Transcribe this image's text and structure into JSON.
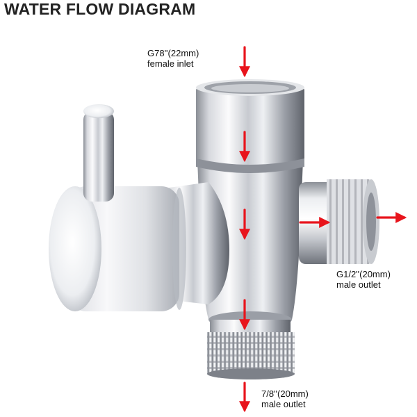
{
  "title": "WATER FLOW DIAGRAM",
  "colors": {
    "arrow": "#e8141c",
    "chrome_light": "#f7f7f9",
    "chrome_mid": "#c9ccd2",
    "chrome_dark": "#6c7078"
  },
  "labels": {
    "inlet": {
      "line1": "G78''(22mm)",
      "line2": "female inlet"
    },
    "side_outlet": {
      "line1": "G1/2''(20mm)",
      "line2": "male outlet"
    },
    "bottom_outlet": {
      "line1": "7/8''(20mm)",
      "line2": "male outlet"
    }
  },
  "parts": [
    "diverter-body",
    "inlet-nut",
    "side-outlet-thread",
    "bottom-outlet-thread",
    "valve-knob",
    "lever-handle"
  ],
  "arrows": [
    "arrow-inlet",
    "arrow-inside-nut",
    "arrow-body",
    "arrow-lower",
    "arrow-bottom-out",
    "arrow-side-in",
    "arrow-side-out"
  ]
}
